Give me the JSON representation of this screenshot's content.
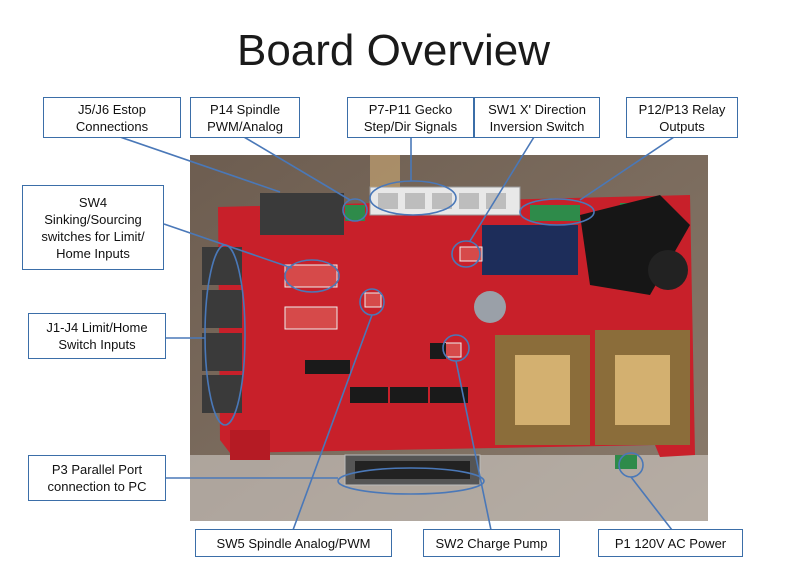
{
  "title": "Board Overview",
  "callouts": {
    "estop": "J5/J6 Estop\nConnections",
    "spindle_pwm": "P14 Spindle\nPWM/Analog",
    "gecko": "P7-P11 Gecko\nStep/Dir Signals",
    "sw1": "SW1 X' Direction\nInversion Switch",
    "relay": "P12/P13 Relay\nOutputs",
    "sw4": "SW4\nSinking/Sourcing\nswitches for Limit/\nHome Inputs",
    "limit": "J1-J4 Limit/Home\nSwitch Inputs",
    "parallel": "P3 Parallel Port\nconnection to PC",
    "sw5": "SW5 Spindle Analog/PWM",
    "sw2": "SW2 Charge Pump",
    "power": "P1 120V AC Power"
  },
  "colors": {
    "board": "#c8202a",
    "callout_border": "#3b6ea8",
    "highlight": "#4a78b8"
  }
}
